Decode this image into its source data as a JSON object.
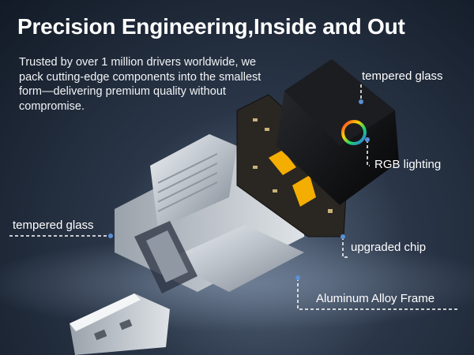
{
  "headline": "Precision Engineering,Inside and Out",
  "intro": "Trusted by over 1 million drivers worldwide, we pack cutting-edge components into the smallest form—delivering premium quality without compromise.",
  "callouts": {
    "tempered_glass_top": "tempered glass",
    "rgb_lighting": "RGB lighting",
    "tempered_glass_left": "tempered glass",
    "upgraded_chip": "upgraded chip",
    "aluminum_frame": "Aluminum Alloy Frame"
  },
  "colors": {
    "callout_line": "#ffffff",
    "callout_dot": "#5b8fd6",
    "pcb": "#2a2622",
    "led_glow": "#ffb400",
    "cap": "#0b0b0d",
    "metal": "#c8cdd3"
  }
}
